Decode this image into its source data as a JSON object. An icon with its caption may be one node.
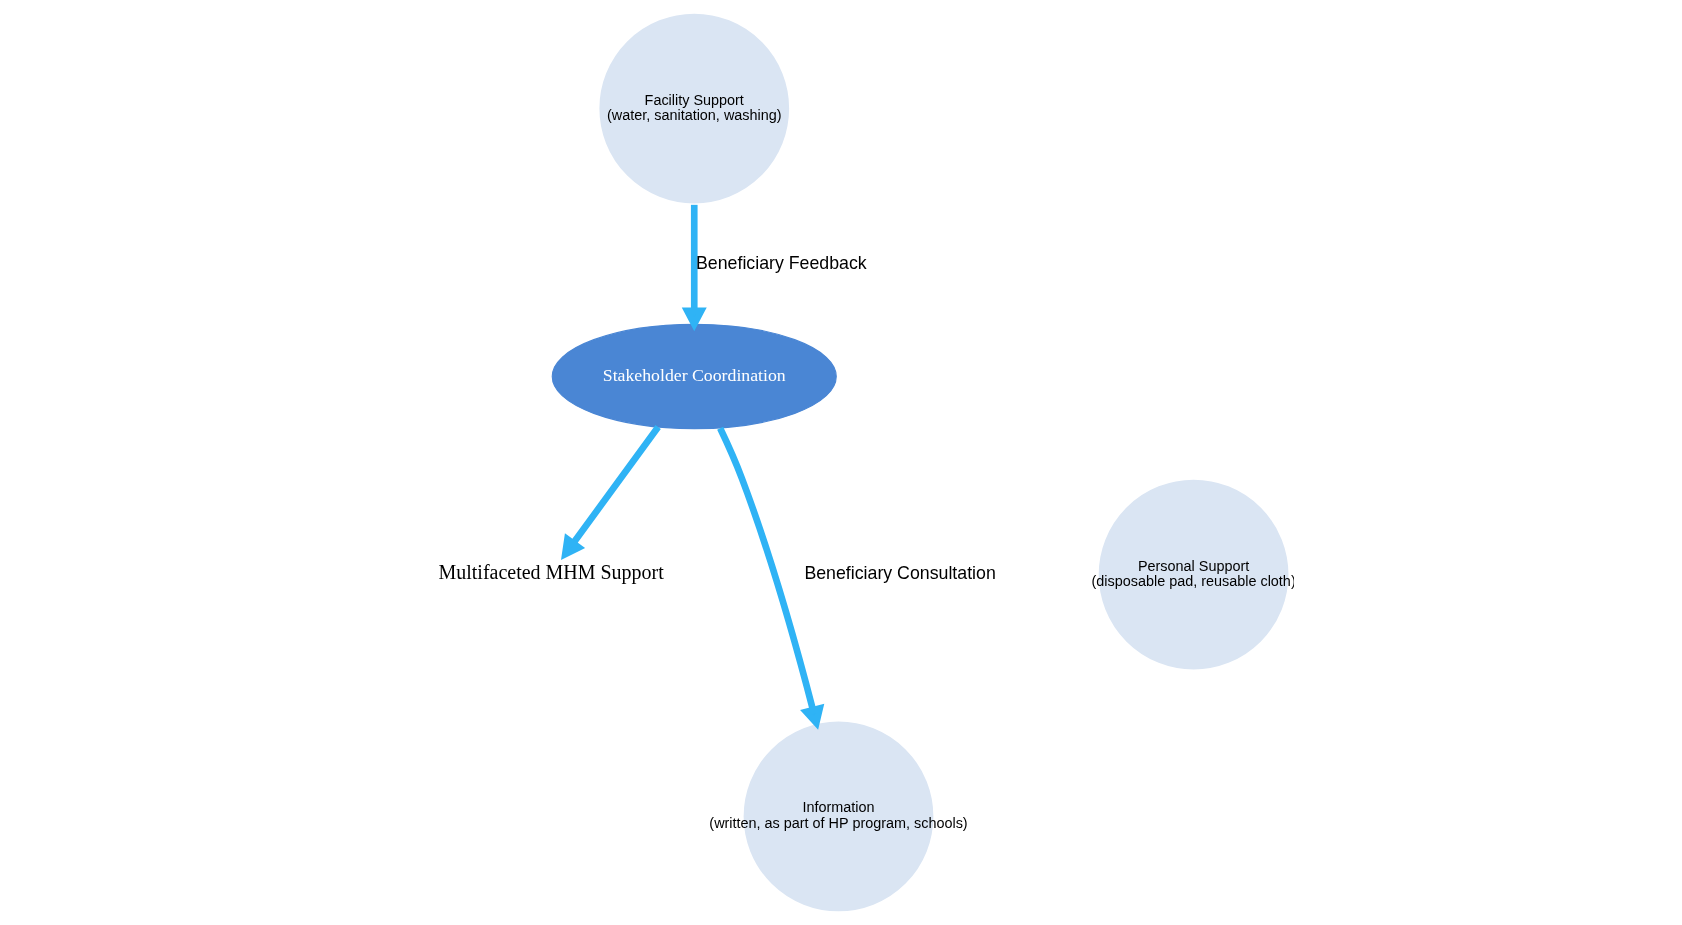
{
  "diagram": {
    "nodes": [
      {
        "text": [
          "Stakeholder Coordination"
        ]
      },
      {
        "text": [
          "Multifaceted MHM Support"
        ]
      },
      {
        "text": [
          "Personal Support",
          "(disposable pad, reusable cloth)"
        ]
      },
      {
        "text": [
          "Information",
          "(written, as part of HP program, schools)"
        ]
      },
      {
        "text": [
          "Facility Support",
          "(water, sanitation, washing)"
        ]
      }
    ],
    "edges": [
      {
        "from": 0,
        "to": 1,
        "arrow": "to"
      },
      {
        "from": 0,
        "to": 3,
        "arrow": "to",
        "label": "Beneficiary Consultation"
      },
      {
        "from": 4,
        "to": 0,
        "arrow": "to",
        "label": "Beneficiary Feedback"
      }
    ]
  }
}
